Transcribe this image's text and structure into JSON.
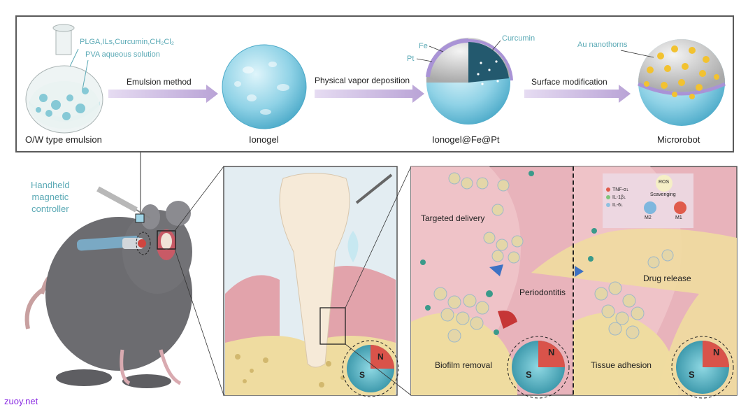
{
  "top_panel": {
    "flask_labels": [
      "PLGA,ILs,Curcumin,CH₂Cl₂",
      "PVA aqueous solution"
    ],
    "arrows": [
      "Emulsion method",
      "Physical vapor deposition",
      "Surface modification"
    ],
    "stages": [
      "O/W type emulsion",
      "Ionogel",
      "Ionogel@Fe@Pt",
      "Microrobot"
    ],
    "layer_labels": {
      "fe": "Fe",
      "pt": "Pt",
      "curcumin": "Curcumin",
      "au": "Au nanothorns"
    }
  },
  "mouse": {
    "controller_label": [
      "Handheld",
      "magnetic",
      "controller"
    ]
  },
  "magnet": {
    "south": "S",
    "north": "N"
  },
  "delivery_panel": {
    "targeted": "Targeted delivery",
    "periodontitis": "Periodontitis",
    "biofilm": "Biofilm removal"
  },
  "therapy_panel": {
    "drug_release": "Drug release",
    "tissue": "Tissue adhesion",
    "inset": {
      "cytokines": [
        "TNF-α↓",
        "IL-1β↓",
        "IL-6↓"
      ],
      "ros": "ROS",
      "scavenging": "Scavenging",
      "m2": "M2",
      "m1": "M1"
    }
  },
  "watermark": "zuoy.net",
  "colors": {
    "arrow": "#b9a3d6",
    "teal_text": "#5aa9b5",
    "gum": "#e7a9b0",
    "bone": "#efdca0",
    "magnet_n": "#d9534a",
    "magnet_s": "#3d9fb0",
    "watermark": "#8a2be2"
  }
}
